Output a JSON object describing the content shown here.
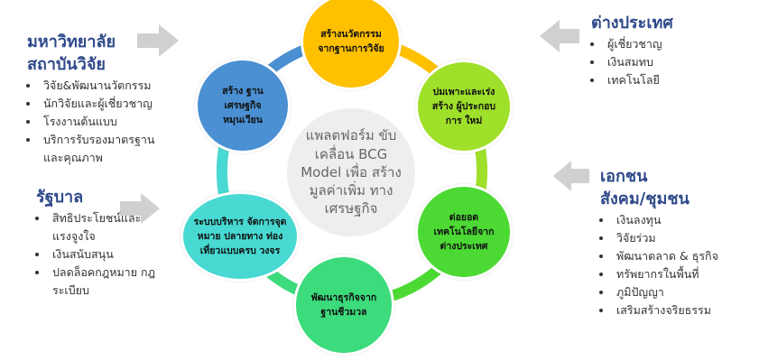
{
  "center": {
    "title": "แพลตฟอร์ม ขับเคลื่อน BCG Model เพื่อ สร้างมูลค่าเพิ่ม ทางเศรษฐกิจ"
  },
  "nodes": [
    {
      "label": "สร้างนวัตกรรม จากฐานการวิจัย",
      "color": "#FFC000"
    },
    {
      "label": "บ่มเพาะและเร่ง สร้าง ผู้ประกอบการ ใหม่",
      "color": "#9FE02A"
    },
    {
      "label": "ต่อยอด เทคโนโลยีจาก ต่างประเทศ",
      "color": "#4CD934"
    },
    {
      "label": "พัฒนาธุรกิจจาก ฐานชีวมวล",
      "color": "#3CDB7C"
    },
    {
      "label": "ระบบบริหาร จัดการจุดหมาย ปลายทาง ท่องเที่ยวแบบครบ วงจร",
      "color": "#47D9D2"
    },
    {
      "label": "สร้าง ฐานเศรษฐกิจ หมุนเวียน",
      "color": "#4A90D2"
    }
  ],
  "groups": {
    "university": {
      "title_1": "มหาวิทยาลัย",
      "title_2": "สถาบันวิจัย",
      "items": [
        "วิจัย&พัฒนานวัตกรรม",
        "นักวิจัยและผู้เชี่ยวชาญ",
        "โรงงานต้นแบบ",
        "บริการรับรองมาตรฐาน และคุณภาพ"
      ]
    },
    "government": {
      "title": "รัฐบาล",
      "items": [
        "สิทธิประโยชน์และ แรงจูงใจ",
        "เงินสนับสนุน",
        "ปลดล็อคกฎหมาย กฎ ระเบียบ"
      ]
    },
    "foreign": {
      "title": "ต่างประเทศ",
      "items": [
        "ผู้เชี่ยวชาญ",
        "เงินสมทบ",
        "เทคโนโลยี"
      ]
    },
    "private": {
      "title_1": "เอกชน",
      "title_2": "สังคม/ชุมชน",
      "items": [
        "เงินลงทุน",
        "วิจัยร่วม",
        "พัฒนาตลาด & ธุรกิจ",
        "ทรัพยากรในพื้นที่",
        "ภูมิปัญญา",
        "เสริมสร้างจริยธรรม"
      ]
    }
  },
  "colors": {
    "heading": "#2F4A8A",
    "arrow": "#D0D0D0"
  }
}
